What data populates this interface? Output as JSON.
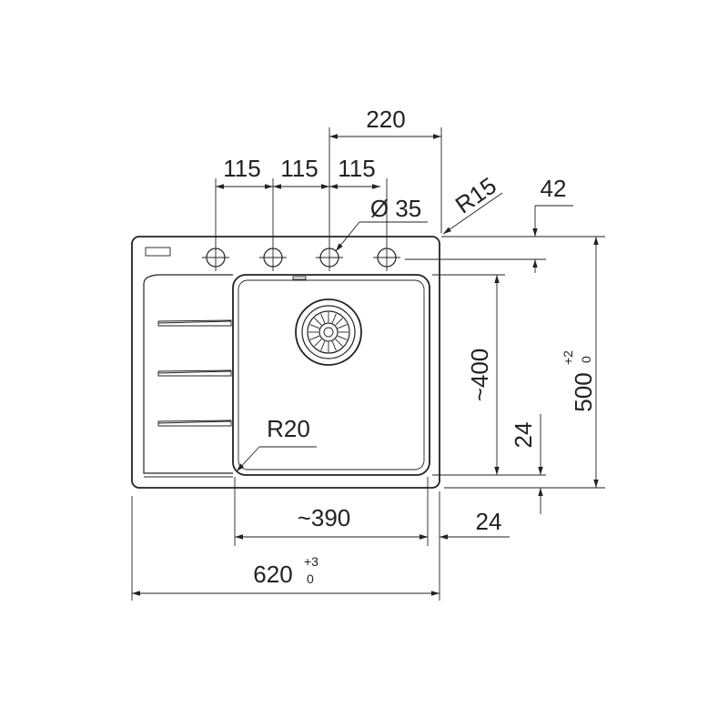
{
  "dimensions": {
    "width_220": "220",
    "hole_pitch_1": "115",
    "hole_pitch_2": "115",
    "hole_pitch_3": "115",
    "hole_diameter": "Ø 35",
    "corner_radius": "R15",
    "rim_offset": "42",
    "bowl_depth": "~400",
    "bowl_corner_radius": "R20",
    "side_offset": "24",
    "bottom_offset": "24",
    "bowl_width": "~390",
    "overall_width": "620",
    "overall_width_tol_upper": "+3",
    "overall_width_tol_lower": "0",
    "overall_depth": "500",
    "overall_depth_tol_upper": "+2",
    "overall_depth_tol_lower": "0"
  },
  "colors": {
    "line": "#222222",
    "background": "#ffffff"
  }
}
